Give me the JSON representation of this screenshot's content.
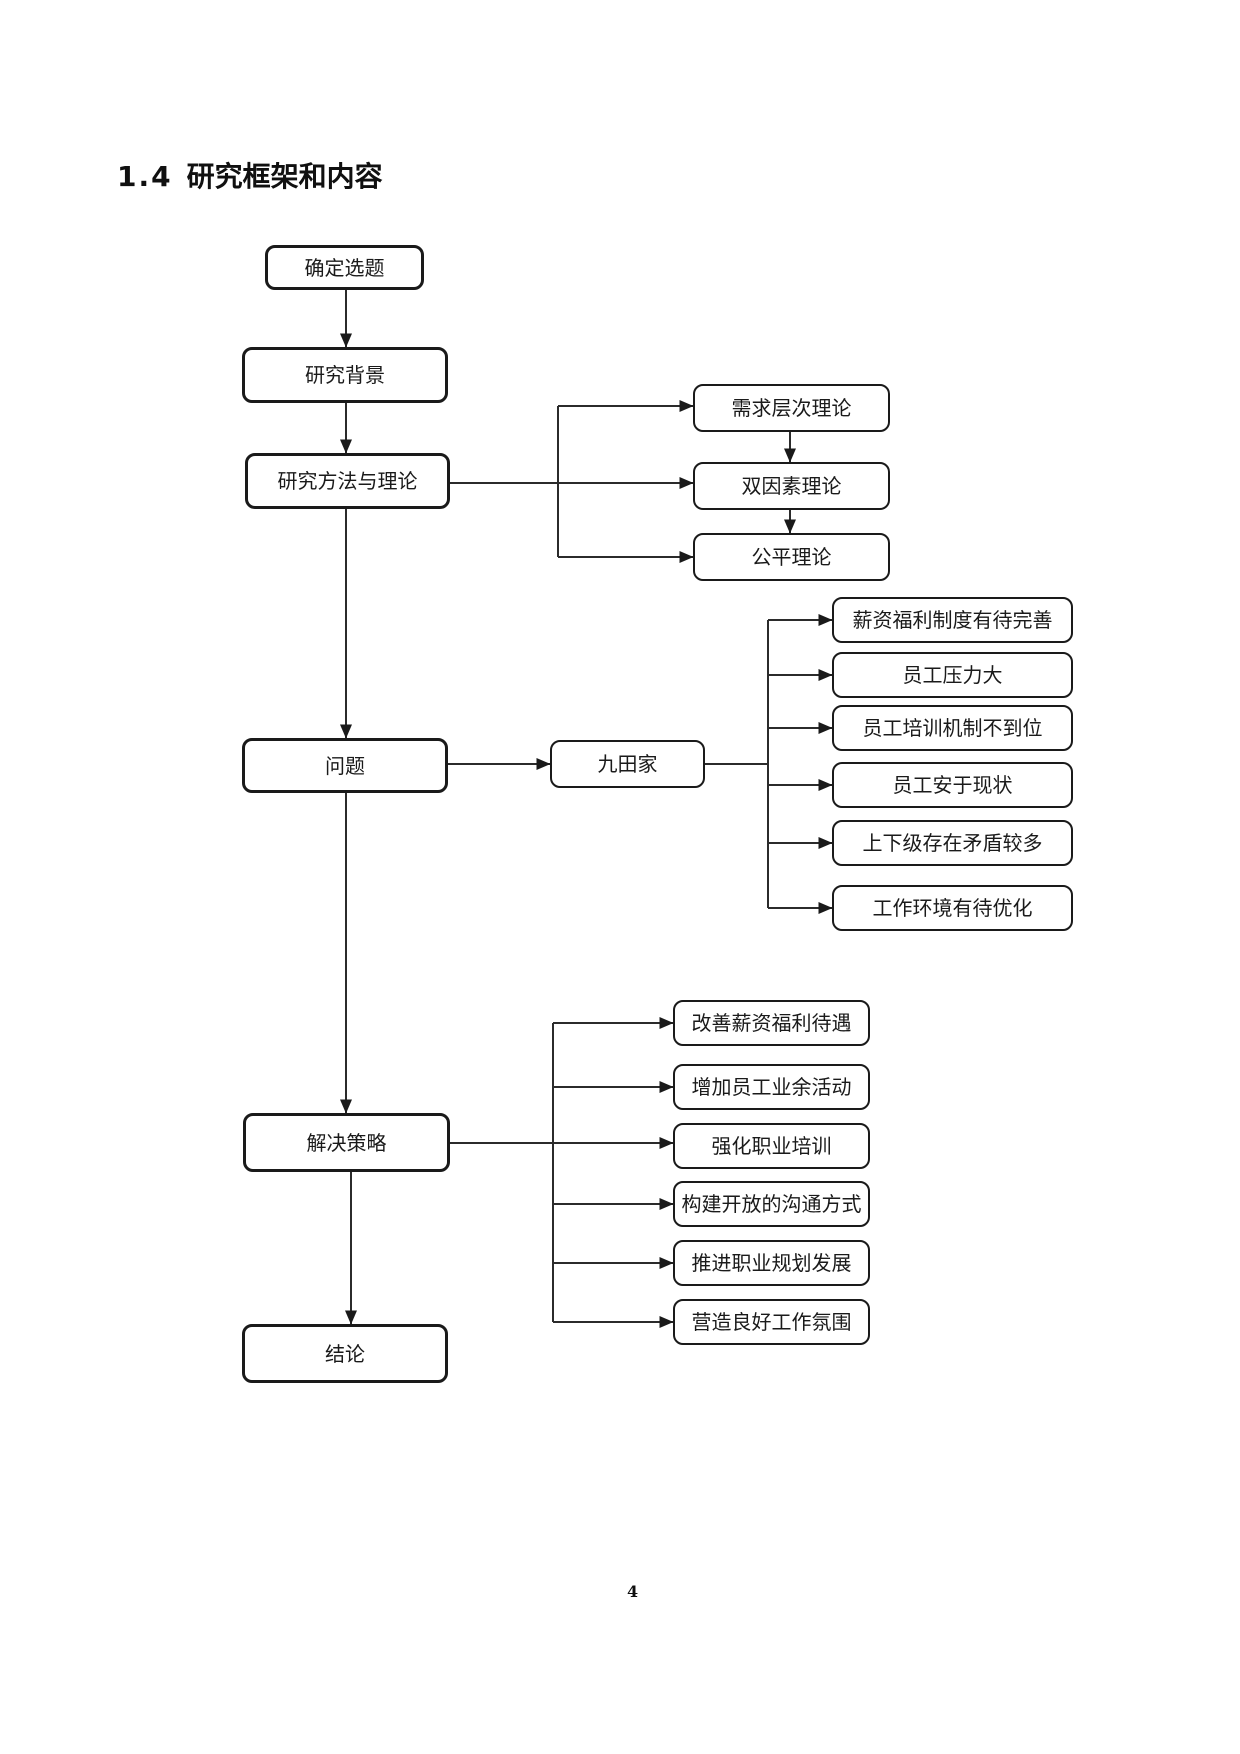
{
  "page": {
    "section_number": "1.4",
    "section_title": "研究框架和内容",
    "page_number": "4"
  },
  "flowchart": {
    "main_flow": [
      {
        "label": "确定选题"
      },
      {
        "label": "研究背景"
      },
      {
        "label": "研究方法与理论"
      },
      {
        "label": "问题"
      },
      {
        "label": "解决策略"
      },
      {
        "label": "结论"
      }
    ],
    "theories": [
      {
        "label": "需求层次理论"
      },
      {
        "label": "双因素理论"
      },
      {
        "label": "公平理论"
      }
    ],
    "company": {
      "label": "九田家"
    },
    "problems": [
      {
        "label": "薪资福利制度有待完善"
      },
      {
        "label": "员工压力大"
      },
      {
        "label": "员工培训机制不到位"
      },
      {
        "label": "员工安于现状"
      },
      {
        "label": "上下级存在矛盾较多"
      },
      {
        "label": "工作环境有待优化"
      }
    ],
    "strategies": [
      {
        "label": "改善薪资福利待遇"
      },
      {
        "label": "增加员工业余活动"
      },
      {
        "label": "强化职业培训"
      },
      {
        "label": "构建开放的沟通方式"
      },
      {
        "label": "推进职业规划发展"
      },
      {
        "label": "营造良好工作氛围"
      }
    ]
  },
  "colors": {
    "background": "#ffffff",
    "box_border": "#1a1a1a",
    "box_fill": "#ffffff",
    "line": "#2b2b2b",
    "text": "#1a1a1a"
  }
}
